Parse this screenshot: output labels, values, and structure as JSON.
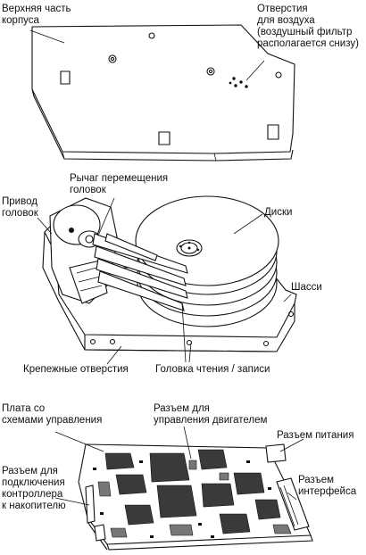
{
  "labels": {
    "top_cover": "Верхняя часть\nкорпуса",
    "air_holes": "Отверстия\nдля воздуха\n(воздушный фильтр\nрасполагается снизу)",
    "head_lever": "Рычаг перемещения\nголовок",
    "head_actuator": "Привод\nголовок",
    "disks": "Диски",
    "chassis": "Шасси",
    "mount_holes": "Крепежные отверстия",
    "rw_head": "Головка чтения / записи",
    "control_board": "Плата со\nсхемами управления",
    "motor_connector": "Разъем для\nуправления двигателем",
    "power_connector": "Разъем питания",
    "controller_connector": "Разъем для\nподключения\nконтроллера\nк накопителю",
    "interface_connector": "Разъем\nинтерфейса"
  }
}
